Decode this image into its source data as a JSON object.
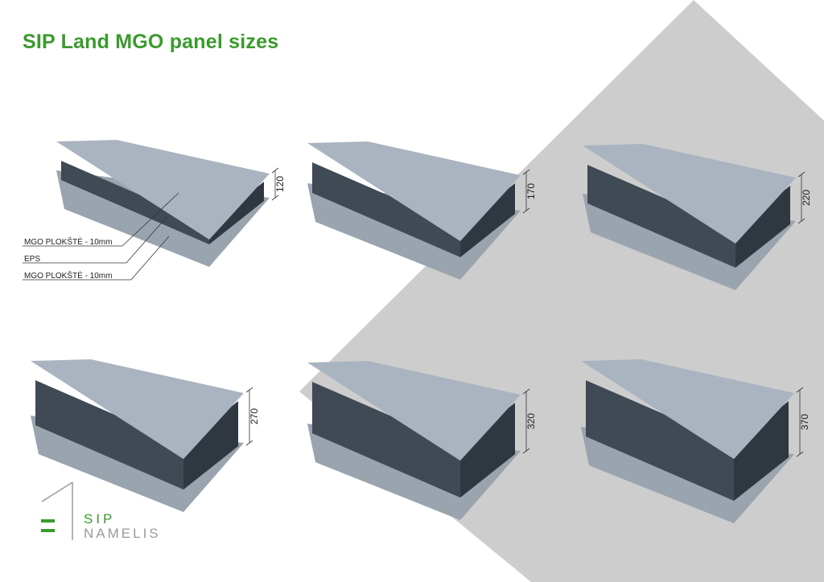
{
  "title": "SIP Land MGO panel sizes",
  "layers": [
    "MGO PLOKŠTĖ - 10mm",
    "EPS",
    "MGO PLOKŠTĖ - 10mm"
  ],
  "panels": [
    {
      "size_label": "120"
    },
    {
      "size_label": "170"
    },
    {
      "size_label": "220"
    },
    {
      "size_label": "270"
    },
    {
      "size_label": "320"
    },
    {
      "size_label": "370"
    }
  ],
  "brand": {
    "line1": "SIP",
    "line2": "NAMELIS"
  },
  "colors": {
    "accent_green": "#3a9a2d",
    "background_shape": "#cdcdcd",
    "panel_top": "#a9b4c0",
    "panel_side": "#3f4a55",
    "panel_shadow": "#9aa4ae",
    "brand_gray": "#9a9a9a"
  }
}
